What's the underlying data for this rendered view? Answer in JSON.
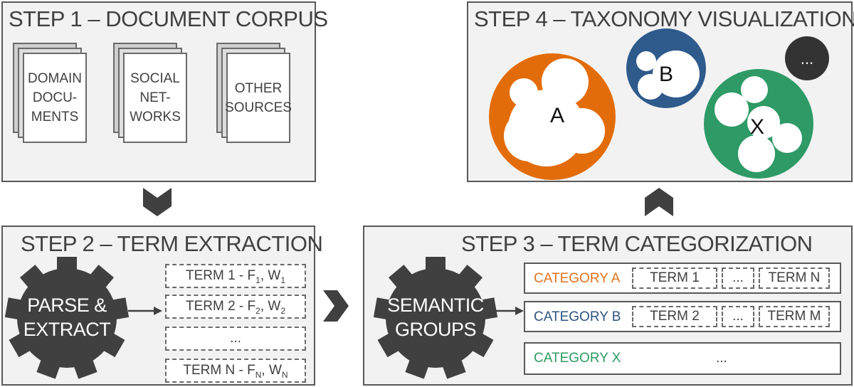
{
  "step1": {
    "title": "STEP 1 – DOCUMENT CORPUS",
    "docs": [
      {
        "lines": [
          "DOMAIN",
          "DOCU-",
          "MENTS"
        ]
      },
      {
        "lines": [
          "SOCIAL",
          "NET-",
          "WORKS"
        ]
      },
      {
        "lines": [
          "OTHER",
          "SOURCES"
        ]
      }
    ]
  },
  "step2": {
    "title": "STEP 2 – TERM EXTRACTION",
    "gear_lines": [
      "PARSE &",
      "EXTRACT"
    ],
    "terms": [
      {
        "label": "TERM 1 - F",
        "f_sub": "1",
        "sep": ", W",
        "w_sub": "1"
      },
      {
        "label": "TERM 2 - F",
        "f_sub": "2",
        "sep": ", W",
        "w_sub": "2"
      },
      {
        "ellipsis": "..."
      },
      {
        "label": "TERM N - F",
        "f_sub": "N",
        "sep": ", W",
        "w_sub": "N"
      }
    ]
  },
  "step3": {
    "title": "STEP 3 – TERM CATEGORIZATION",
    "gear_lines": [
      "SEMANTIC",
      "GROUPS"
    ],
    "categories": [
      {
        "name": "CATEGORY A",
        "color": "#e0731e",
        "terms": [
          "TERM 1",
          "...",
          "TERM N"
        ]
      },
      {
        "name": "CATEGORY B",
        "color": "#2e5480",
        "terms": [
          "TERM 2",
          "...",
          "TERM M"
        ]
      },
      {
        "name": "CATEGORY X",
        "color": "#2f9a62",
        "ellipsis": "..."
      }
    ]
  },
  "step4": {
    "title": "STEP 4 – TAXONOMY VISUALIZATION",
    "bubbles": [
      {
        "label": "A",
        "color": "#e36c0a"
      },
      {
        "label": "B",
        "color": "#2e5a8c"
      },
      {
        "label": "X",
        "color": "#2e9a66"
      },
      {
        "label": "...",
        "color": "#333333"
      }
    ]
  },
  "colors": {
    "panel_bg": "#f2f2f2",
    "border": "#595959",
    "gear": "#404040",
    "arrow": "#404040"
  }
}
